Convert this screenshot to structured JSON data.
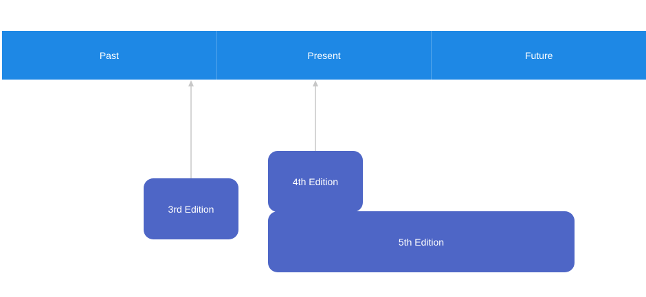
{
  "timeline": {
    "periods": [
      {
        "label": "Past"
      },
      {
        "label": "Present"
      },
      {
        "label": "Future"
      }
    ]
  },
  "editions": [
    {
      "label": "3rd Edition",
      "points_to": "Past"
    },
    {
      "label": "4th Edition",
      "points_to": "Present"
    },
    {
      "label": "5th Edition"
    }
  ],
  "colors": {
    "timeline_bar": "#1e88e5",
    "edition_box": "#4e66c6",
    "connector": "#c7c7c7",
    "text": "#ffffff"
  }
}
